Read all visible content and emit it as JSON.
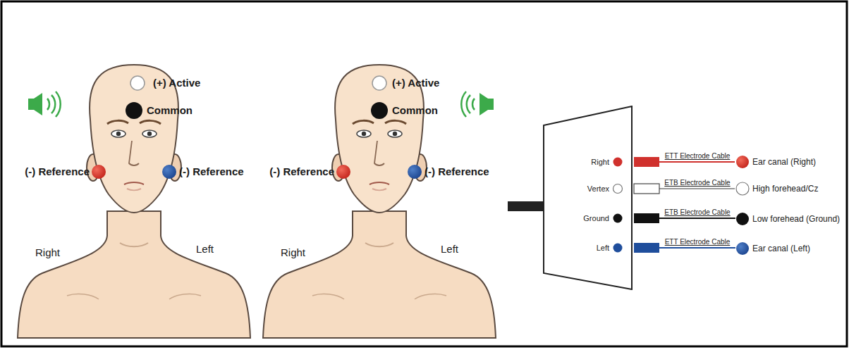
{
  "diagram": {
    "nodes": [
      {
        "text": [
          "Right",
          "Vertex",
          "Ground",
          "Left"
        ]
      },
      {
        "text": [
          "Ear canal (Right)"
        ]
      },
      {
        "text": [
          "High forehead/Cz"
        ]
      },
      {
        "text": [
          "Low forehead (Ground)"
        ]
      },
      {
        "text": [
          "Ear canal (Left)"
        ]
      }
    ],
    "edges": [
      {
        "from": 0,
        "to": 1,
        "arrow": "none",
        "label": "ETT Electrode Cable"
      },
      {
        "from": 0,
        "to": 2,
        "arrow": "none",
        "label": "ETB Electrode Cable"
      },
      {
        "from": 0,
        "to": 3,
        "arrow": "none",
        "label": "ETB Electrode Cable"
      },
      {
        "from": 0,
        "to": 4,
        "arrow": "none",
        "label": "ETT Electrode Cable"
      }
    ],
    "labels": [
      "(+) Active",
      "Common",
      "(-) Reference",
      "(-) Reference",
      "Right",
      "Left",
      "(+) Active",
      "Common",
      "(-) Reference",
      "(-) Reference",
      "Right",
      "Left",
      "+",
      "+"
    ]
  }
}
